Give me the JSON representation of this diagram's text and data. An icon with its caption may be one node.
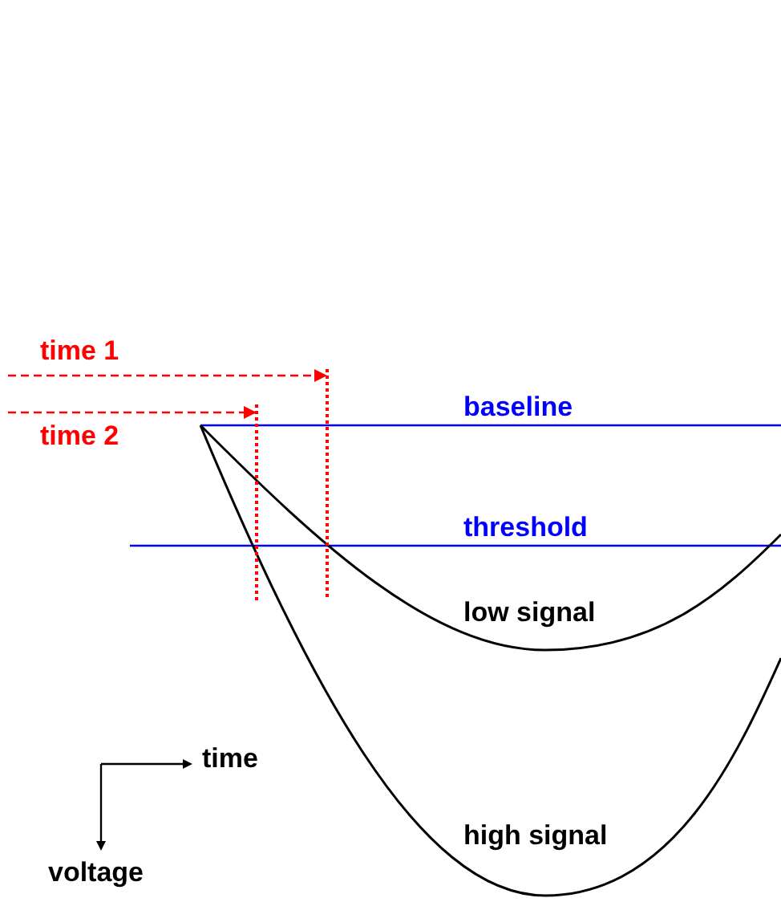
{
  "diagram": {
    "labels": [
      "time 1",
      "baseline",
      "time 2",
      "threshold",
      "low signal",
      "time",
      "high signal",
      "voltage"
    ]
  }
}
